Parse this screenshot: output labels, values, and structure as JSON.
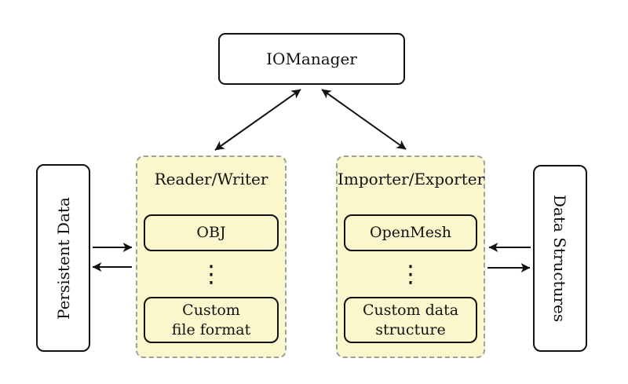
{
  "diagram": {
    "iomanager": {
      "label": "IOManager"
    },
    "reader_writer": {
      "title": "Reader/Writer",
      "obj_label": "OBJ",
      "dots": "⋮",
      "custom_line1": "Custom",
      "custom_line2": "file format"
    },
    "importer_exporter": {
      "title": "Importer/Exporter",
      "openmesh_label": "OpenMesh",
      "dots": "⋮",
      "custom_line1": "Custom data",
      "custom_line2": "structure"
    },
    "persistent_data": {
      "label": "Persistent Data"
    },
    "data_structures": {
      "label": "Data Structures"
    },
    "colors": {
      "background": "#FFFFFF",
      "panel_fill": "#FBF7CD",
      "panel_border": "#9E9E9E",
      "node_border": "#111111",
      "arrow": "#111111"
    }
  }
}
